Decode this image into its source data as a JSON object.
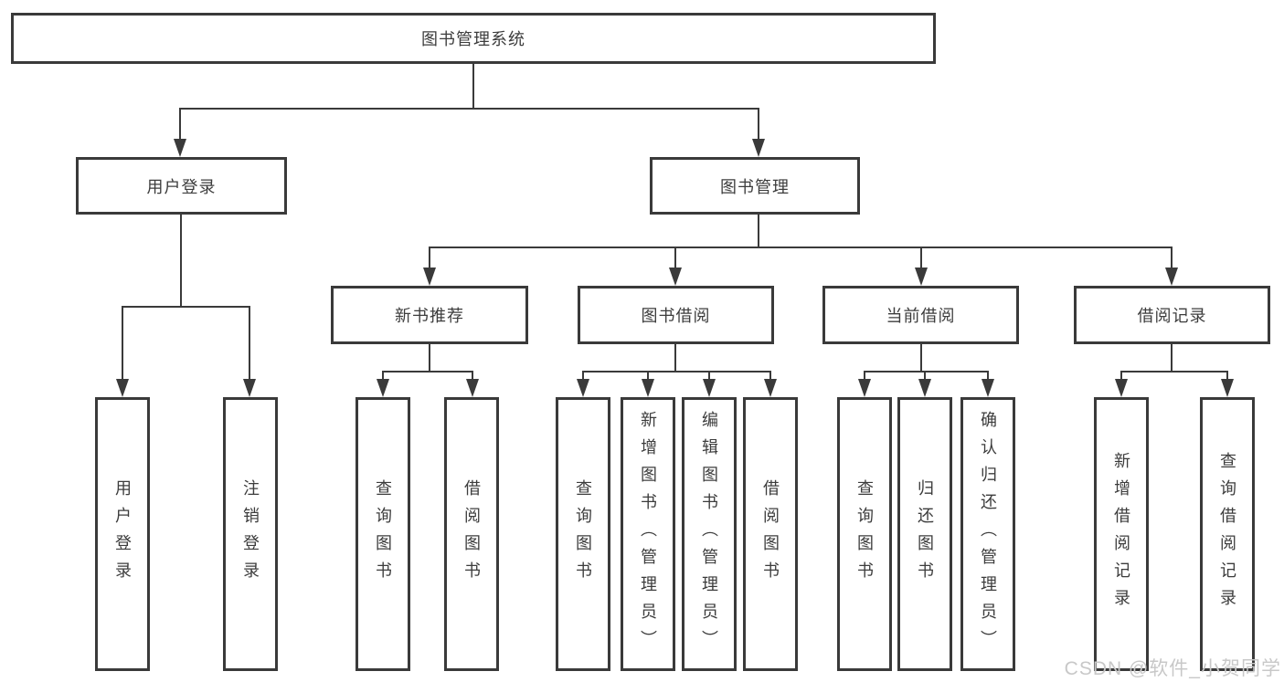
{
  "diagram": {
    "type": "hierarchy-tree",
    "title": "图书管理系统",
    "colors": {
      "line": "#3a3a3a",
      "box_border": "#3a3a3a",
      "text": "#3c3c3c",
      "background": "#ffffff",
      "watermark": "#c8c8c8"
    },
    "tree": {
      "label": "图书管理系统",
      "children": [
        {
          "label": "用户登录",
          "children": [
            {
              "label": "用户登录"
            },
            {
              "label": "注销登录"
            }
          ]
        },
        {
          "label": "图书管理",
          "children": [
            {
              "label": "新书推荐",
              "children": [
                {
                  "label": "查询图书"
                },
                {
                  "label": "借阅图书"
                }
              ]
            },
            {
              "label": "图书借阅",
              "children": [
                {
                  "label": "查询图书"
                },
                {
                  "label": "新增图书（管理员）"
                },
                {
                  "label": "编辑图书（管理员）"
                },
                {
                  "label": "借阅图书"
                }
              ]
            },
            {
              "label": "当前借阅",
              "children": [
                {
                  "label": "查询图书"
                },
                {
                  "label": "归还图书"
                },
                {
                  "label": "确认归还（管理员）"
                }
              ]
            },
            {
              "label": "借阅记录",
              "children": [
                {
                  "label": "新增借阅记录"
                },
                {
                  "label": "查询借阅记录"
                }
              ]
            }
          ]
        }
      ]
    },
    "watermark": {
      "text": "CSDN @软件_小贺同学"
    }
  }
}
